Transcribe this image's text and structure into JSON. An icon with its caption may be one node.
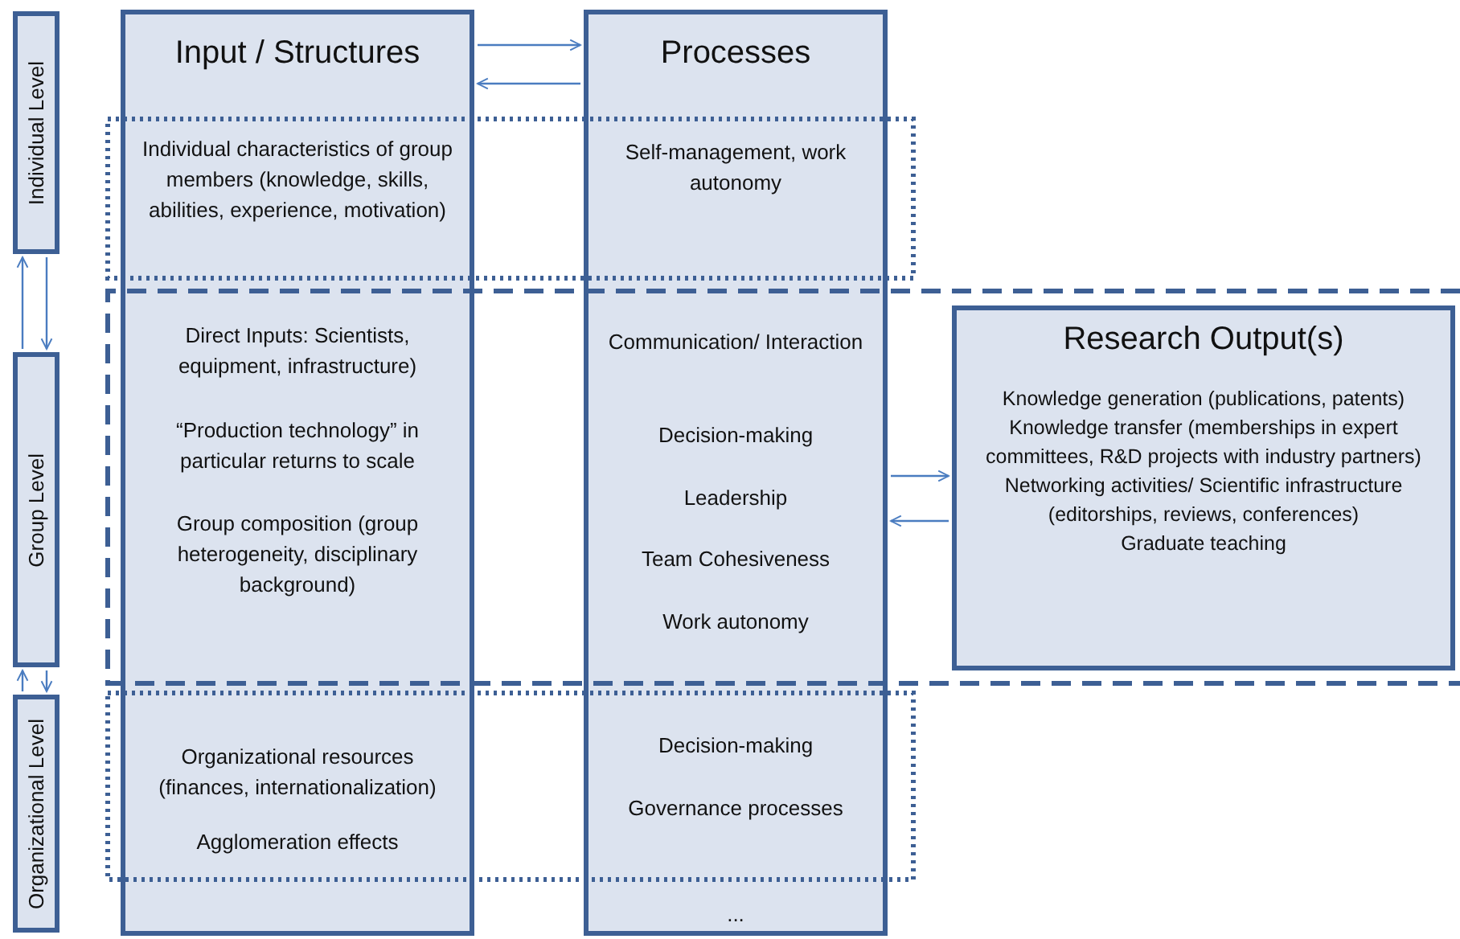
{
  "diagram": {
    "nodes": [
      {
        "text": [
          "Individual Level"
        ]
      },
      {
        "text": [
          "Input / Structures",
          "Individual characteristics of group members (knowledge, skills, abilities, experience, motivation)",
          "Direct Inputs: Scientists, equipment, infrastructure)",
          "“Production technology” in particular returns to scale",
          "Group composition (group heterogeneity, disciplinary background)",
          "Organizational resources (finances, internationalization)",
          "Agglomeration effects"
        ]
      },
      {
        "text": [
          "Processes",
          "Self-management, work autonomy",
          "Communication/ Interaction",
          "Decision-making",
          "Leadership",
          "Team Cohesiveness",
          "Work autonomy",
          "Decision-making",
          "Governance processes",
          "..."
        ]
      },
      {
        "text": [
          "Group Level"
        ]
      },
      {
        "text": [
          "Research Output(s)",
          "Knowledge generation (publications, patents)",
          "Knowledge transfer (memberships in expert committees, R&D projects with industry partners)",
          "Networking activities/ Scientific infrastructure (editorships, reviews, conferences)",
          "Graduate teaching"
        ]
      },
      {
        "text": [
          "Organizational Level"
        ]
      }
    ],
    "edges": [
      {
        "from": 1,
        "to": 2,
        "arrow": "to"
      },
      {
        "from": 2,
        "to": 1,
        "arrow": "to"
      },
      {
        "from": 3,
        "to": 0,
        "arrow": "to"
      },
      {
        "from": 0,
        "to": 3,
        "arrow": "to"
      },
      {
        "from": 2,
        "to": 4,
        "arrow": "to"
      },
      {
        "from": 4,
        "to": 2,
        "arrow": "to"
      },
      {
        "from": 5,
        "to": 3,
        "arrow": "to"
      },
      {
        "from": 3,
        "to": 5,
        "arrow": "to"
      }
    ]
  }
}
